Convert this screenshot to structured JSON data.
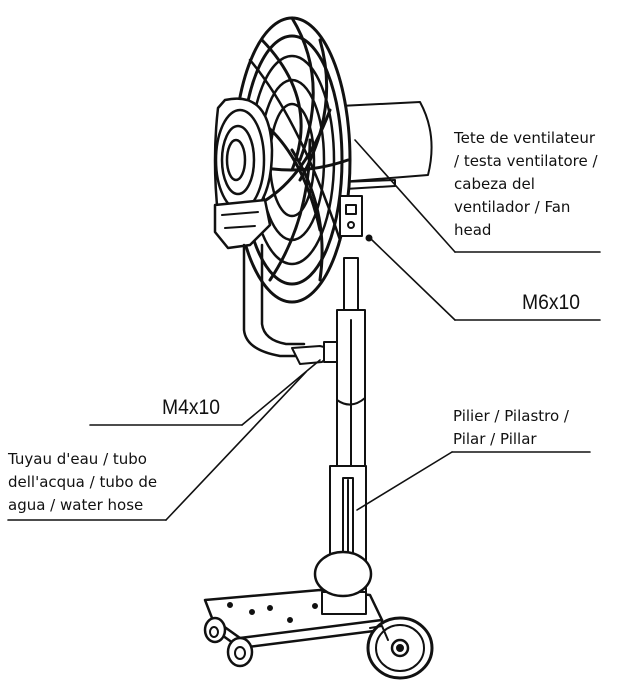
{
  "labels": {
    "fan_head": "Tete de ventilateur\n/ testa ventilatore /\ncabeza del\nventilador / Fan\nhead",
    "bolt_head": "M6x10",
    "bolt_hose": "M4x10",
    "pillar": "Pilier / Pilastro /\nPilar / Pillar",
    "water_hose": "Tuyau d'eau / tubo\ndell'acqua / tubo de\nagua / water hose"
  },
  "icons": {
    "fan": "misting-fan-icon"
  },
  "colors": {
    "line": "#111111",
    "background": "#ffffff"
  }
}
